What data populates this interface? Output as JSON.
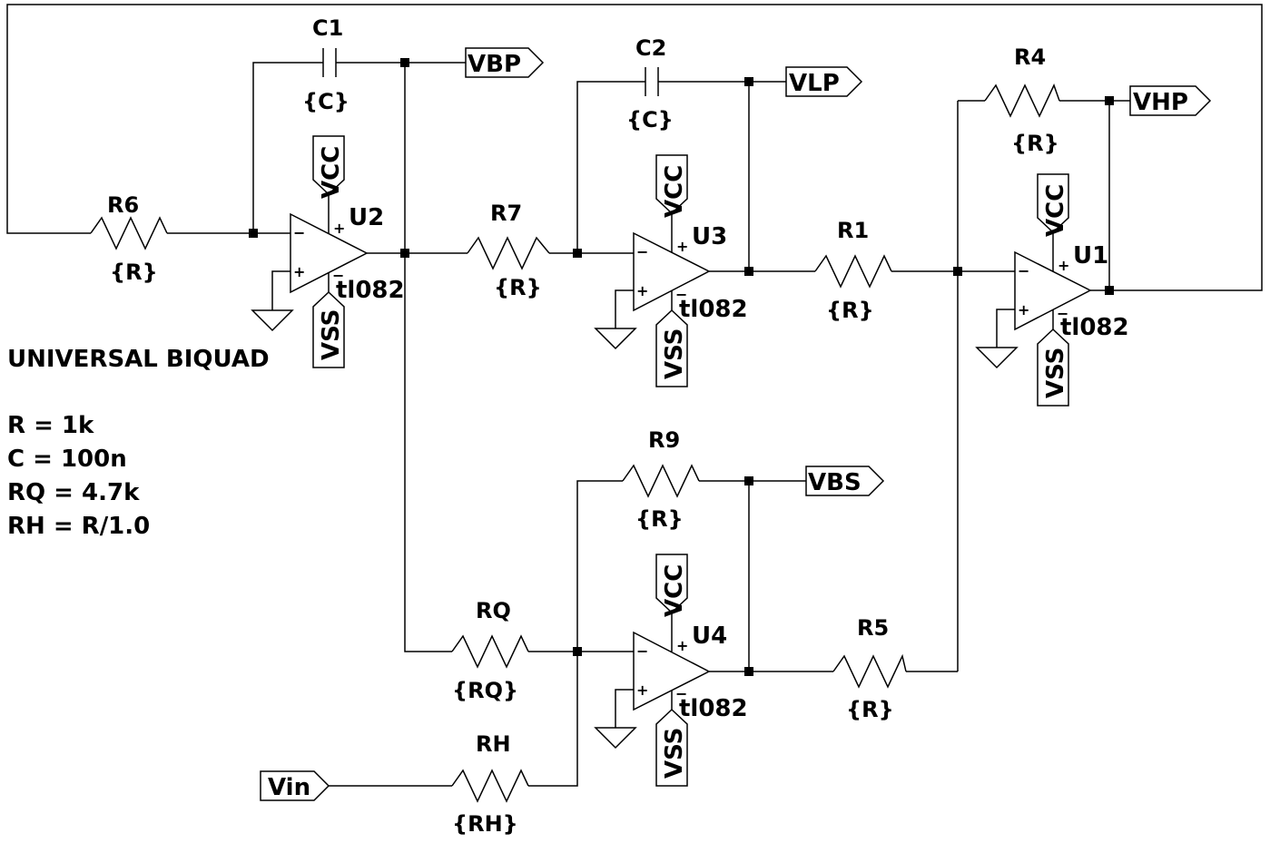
{
  "title": "UNIVERSAL BIQUAD",
  "params": [
    "R = 1k",
    "C = 100n",
    "RQ = 4.7k",
    "RH = R/1.0"
  ],
  "supply": {
    "positive": "VCC",
    "negative": "VSS"
  },
  "opamp_model": "tl082",
  "opamps": {
    "U2": {
      "ref": "U2",
      "model": "tl082",
      "plus": "+",
      "minus": "−"
    },
    "U3": {
      "ref": "U3",
      "model": "tl082",
      "plus": "+",
      "minus": "−"
    },
    "U1": {
      "ref": "U1",
      "model": "tl082",
      "plus": "+",
      "minus": "−"
    },
    "U4": {
      "ref": "U4",
      "model": "tl082",
      "plus": "+",
      "minus": "−"
    }
  },
  "resistors": {
    "R6": {
      "ref": "R6",
      "value": "{R}"
    },
    "R7": {
      "ref": "R7",
      "value": "{R}"
    },
    "R1": {
      "ref": "R1",
      "value": "{R}"
    },
    "R4": {
      "ref": "R4",
      "value": "{R}"
    },
    "R9": {
      "ref": "R9",
      "value": "{R}"
    },
    "RQ": {
      "ref": "RQ",
      "value": "{RQ}"
    },
    "R5": {
      "ref": "R5",
      "value": "{R}"
    },
    "RH": {
      "ref": "RH",
      "value": "{RH}"
    }
  },
  "capacitors": {
    "C1": {
      "ref": "C1",
      "value": "{C}"
    },
    "C2": {
      "ref": "C2",
      "value": "{C}"
    }
  },
  "net_labels": {
    "vbp": "VBP",
    "vlp": "VLP",
    "vhp": "VHP",
    "vbs": "VBS",
    "vin": "Vin"
  }
}
